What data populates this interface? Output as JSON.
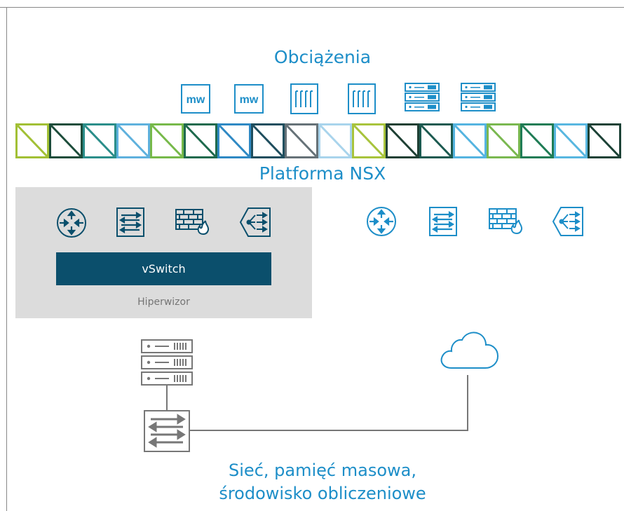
{
  "workloads": {
    "title": "Obciążenia",
    "items": [
      {
        "kind": "app",
        "label": "mw"
      },
      {
        "kind": "app",
        "label": "mw"
      },
      {
        "kind": "container"
      },
      {
        "kind": "container"
      },
      {
        "kind": "server-stack"
      },
      {
        "kind": "server-stack"
      }
    ]
  },
  "platform": {
    "title": "Platforma NSX",
    "truss_colors": [
      "#a2c035",
      "#1d4d3b",
      "#2b8e8a",
      "#5fb1dd",
      "#77b94a",
      "#1e6a4d",
      "#2f89c4",
      "#1f4e5e",
      "#667278",
      "#a9d4ec",
      "#a8c43c",
      "#1f4034",
      "#1c5a50",
      "#55b4e0",
      "#7ab850",
      "#1f7c55",
      "#58b7e0",
      "#1c4236"
    ]
  },
  "hypervisor": {
    "vswitch_label": "vSwitch",
    "label": "Hiperwizor",
    "icons": [
      "router-icon",
      "switch-icon",
      "firewall-icon",
      "load-balancer-icon"
    ]
  },
  "distributed_services": {
    "icons": [
      "router-icon",
      "switch-icon",
      "firewall-icon",
      "load-balancer-icon"
    ]
  },
  "infrastructure": {
    "label_line1": "Sieć, pamięć masowa,",
    "label_line2": "środowisko obliczeniowe"
  },
  "colors": {
    "blue": "#1d8ec8",
    "vswitch": "#0b4f6c",
    "gray": "#777777",
    "hypervisor_bg": "#dcdcdc"
  }
}
